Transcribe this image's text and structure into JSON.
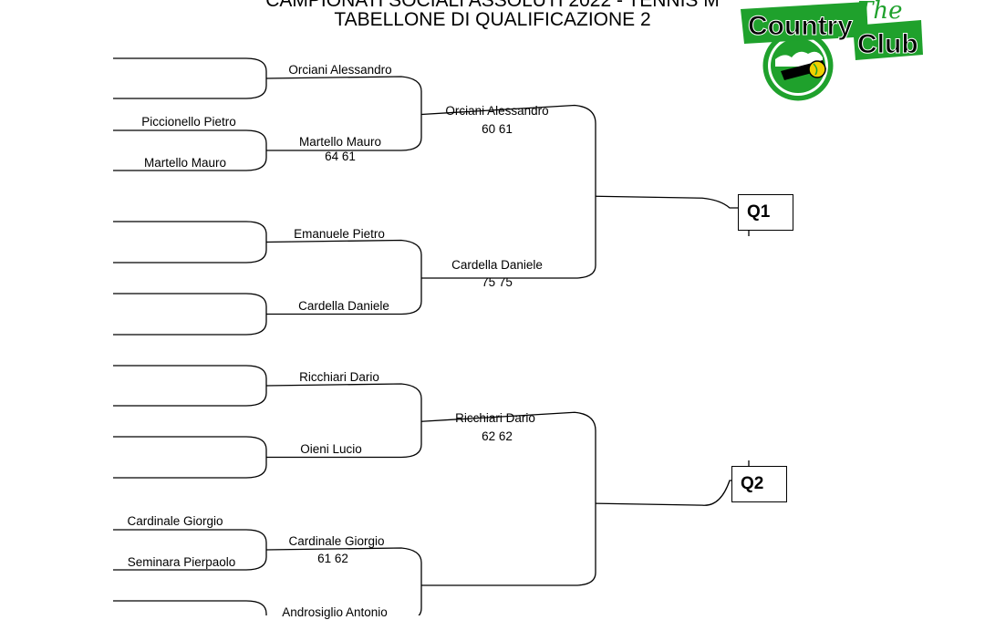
{
  "header": {
    "title_line1": "CAMPIONATI SOCIALI ASSOLUTI 2022 - TENNIS M",
    "title_line2": "TABELLONE DI QUALIFICAZIONE 2"
  },
  "logo": {
    "text_top": "Country",
    "text_bottom": "Club",
    "script_text": "The",
    "colors": {
      "green": "#1fa12c",
      "black": "#000000",
      "ball": "#f0d000"
    }
  },
  "round1": {
    "entrants": {
      "e3": "Piccionello Pietro",
      "e4": "Martello Mauro",
      "e13": "Cardinale Giorgio",
      "e14": "Seminara Pierpaolo"
    }
  },
  "round2": {
    "m1": {
      "name": "Orciani Alessandro",
      "score": ""
    },
    "m2": {
      "name": "Martello Mauro",
      "score": "64 61"
    },
    "m3": {
      "name": "Emanuele Pietro",
      "score": ""
    },
    "m4": {
      "name": "Cardella Daniele",
      "score": ""
    },
    "m5": {
      "name": "Ricchiari Dario",
      "score": ""
    },
    "m6": {
      "name": "Oieni Lucio",
      "score": ""
    },
    "m7": {
      "name": "Cardinale Giorgio",
      "score": "61 62"
    },
    "m8": {
      "name": "Androsiglio Antonio",
      "score": ""
    }
  },
  "round3": {
    "m1": {
      "name": "Orciani Alessandro",
      "score": "60 61"
    },
    "m2": {
      "name": "Cardella Daniele",
      "score": "75 75"
    },
    "m3": {
      "name": "Ricchiari Dario",
      "score": "62 62"
    }
  },
  "qualifiers": {
    "q1": "Q1",
    "q2": "Q2"
  }
}
